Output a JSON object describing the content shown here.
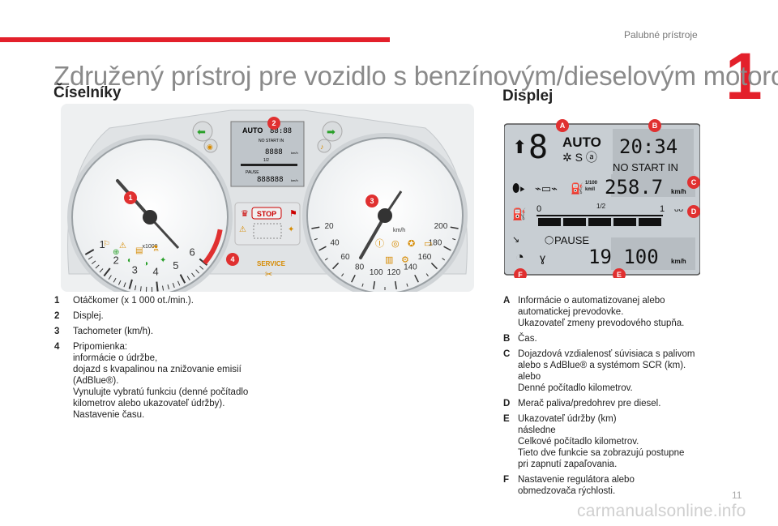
{
  "header": {
    "section": "Palubné prístroje",
    "chapter": "1"
  },
  "title": "Združený prístroj pre vozidlo s benzínovým/dieselovým motorom",
  "left": {
    "heading": "Číselníky",
    "gauge": {
      "tach_ticks": [
        "1",
        "2",
        "3",
        "4",
        "5",
        "6"
      ],
      "tach_unit": "x1000",
      "speed_ticks": [
        "20",
        "40",
        "60",
        "80",
        "100",
        "120",
        "140",
        "160",
        "180",
        "200"
      ],
      "speed_unit": "km/h",
      "mini_display": {
        "auto": "AUTO",
        "time": "88:88",
        "nostart": "NO START IN",
        "pause": "PAUSE",
        "trip": "8888",
        "odo": "888888",
        "unit": "km/h",
        "half": "1/2"
      },
      "stop": "STOP",
      "service": "SERVICE",
      "callouts": [
        "1",
        "2",
        "3",
        "4"
      ]
    },
    "items": [
      {
        "key": "1",
        "lines": [
          "Otáčkomer (x 1 000 ot./min.)."
        ]
      },
      {
        "key": "2",
        "lines": [
          "Displej."
        ]
      },
      {
        "key": "3",
        "lines": [
          "Tachometer (km/h)."
        ]
      },
      {
        "key": "4",
        "lines": [
          "Pripomienka:",
          "informácie o údržbe,",
          "dojazd s kvapalinou na znižovanie emisií",
          "(AdBlue®).",
          "Vynulujte vybratú funkciu (denné počítadlo",
          "kilometrov alebo ukazovateľ údržby).",
          "Nastavenie času."
        ]
      }
    ]
  },
  "right": {
    "heading": "Displej",
    "display": {
      "auto": "AUTO",
      "gear": "8",
      "time": "20:34",
      "nostart": "NO START IN",
      "consumption_unit_top": "1/100",
      "consumption_unit_bottom": "km/l",
      "range": "258.7",
      "unit": "km/h",
      "fuel_zero": "0",
      "fuel_half": "1/2",
      "fuel_one": "1",
      "pause": "PAUSE",
      "odometer": "19 100",
      "callouts": [
        "A",
        "B",
        "C",
        "D",
        "E",
        "F"
      ]
    },
    "items": [
      {
        "key": "A",
        "lines": [
          "Informácie o automatizovanej alebo",
          "automatickej prevodovke.",
          "Ukazovateľ zmeny prevodového stupňa."
        ]
      },
      {
        "key": "B",
        "lines": [
          "Čas."
        ]
      },
      {
        "key": "C",
        "lines": [
          "Dojazdová vzdialenosť súvisiaca s palivom",
          "alebo s AdBlue® a systémom SCR (km).",
          "alebo",
          "Denné počítadlo kilometrov."
        ]
      },
      {
        "key": "D",
        "lines": [
          "Merač paliva/predohrev pre diesel."
        ]
      },
      {
        "key": "E",
        "lines": [
          "Ukazovateľ údržby (km)",
          "následne",
          "Celkové počítadlo kilometrov.",
          "Tieto dve funkcie sa zobrazujú postupne",
          "pri zapnutí zapaľovania."
        ]
      },
      {
        "key": "F",
        "lines": [
          "Nastavenie regulátora alebo",
          "obmedzovača rýchlosti."
        ]
      }
    ]
  },
  "footer": {
    "page": "11",
    "watermark": "carmanualsonline.info"
  },
  "colors": {
    "accent": "#e3202b",
    "callout": "#e03030",
    "lcd_bg": "#c8ced3",
    "lcd_ink": "#111111"
  }
}
